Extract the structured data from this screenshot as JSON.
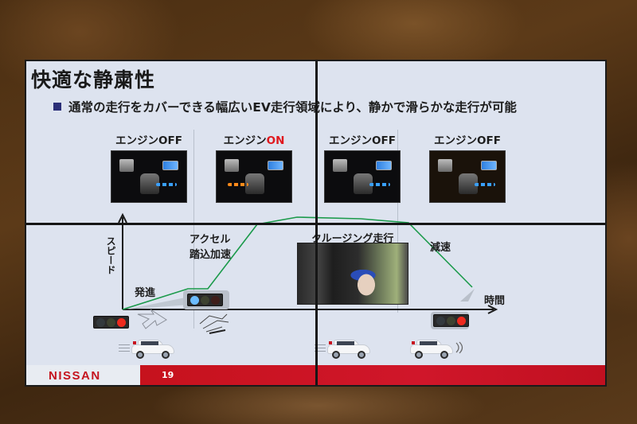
{
  "slide": {
    "title": "快適な静粛性",
    "subtitle": "通常の走行をカバーできる幅広いEV走行領域により、静かで滑らかな走行が可能",
    "page_number": "19",
    "brand": "NISSAN",
    "colors": {
      "accent_red": "#c6121d",
      "bullet_navy": "#2b2f78",
      "curve_green": "#1a9a4a",
      "engine_on_red": "#e0181e",
      "ev_blue": "#39a0ff",
      "engine_orange": "#ff8a1a"
    }
  },
  "engine_states": [
    {
      "prefix": "エンジン",
      "state": "OFF",
      "icon": "ev-power-flow-icon"
    },
    {
      "prefix": "エンジン",
      "state": "ON",
      "icon": "engine-power-flow-icon"
    },
    {
      "prefix": "エンジン",
      "state": "OFF",
      "icon": "ev-power-flow-icon"
    },
    {
      "prefix": "エンジン",
      "state": "OFF",
      "icon": "regen-power-flow-icon"
    }
  ],
  "speed_chart": {
    "y_axis_label": "スピード",
    "x_axis_label": "時間",
    "phases": [
      {
        "label": "発進"
      },
      {
        "label_line1": "アクセル",
        "label_line2": "踏込加速"
      },
      {
        "label": "クルージング走行"
      },
      {
        "label": "減速"
      }
    ],
    "signals": [
      {
        "name": "start-red",
        "lit": "red"
      },
      {
        "name": "go-blue",
        "lit": "blue"
      },
      {
        "name": "stop-red",
        "lit": "red"
      }
    ]
  }
}
